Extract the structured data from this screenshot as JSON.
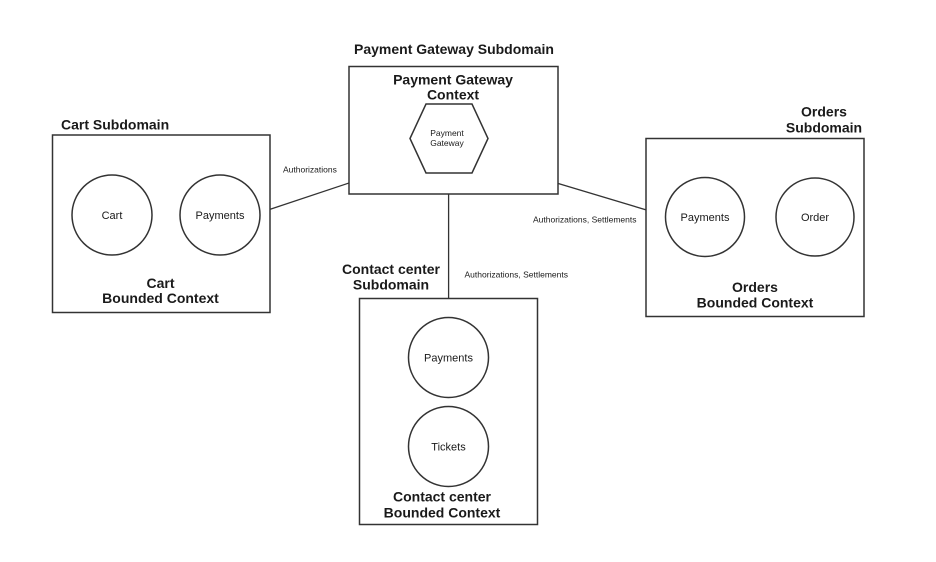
{
  "colors": {
    "stroke": "#333333",
    "text": "#1a1a1a",
    "background": "#ffffff"
  },
  "nodes": {
    "payment_gateway": {
      "subdomain_title": "Payment Gateway Subdomain",
      "context_line1": "Payment Gateway",
      "context_line2": "Context",
      "hexagon_line1": "Payment",
      "hexagon_line2": "Gateway"
    },
    "cart": {
      "subdomain_title": "Cart Subdomain",
      "entities": [
        "Cart",
        "Payments"
      ],
      "bounded_line1": "Cart",
      "bounded_line2": "Bounded Context"
    },
    "orders": {
      "subdomain_title_line1": "Orders",
      "subdomain_title_line2": "Subdomain",
      "entities": [
        "Payments",
        "Order"
      ],
      "bounded_line1": "Orders",
      "bounded_line2": "Bounded Context"
    },
    "contact_center": {
      "subdomain_title_line1": "Contact center",
      "subdomain_title_line2": "Subdomain",
      "entities": [
        "Payments",
        "Tickets"
      ],
      "bounded_line1": "Contact center",
      "bounded_line2": "Bounded Context"
    }
  },
  "edges": [
    {
      "from": "Cart Payments",
      "to": "Payment Gateway",
      "label": "Authorizations"
    },
    {
      "from": "Orders Payments",
      "to": "Payment Gateway",
      "label": "Authorizations, Settlements"
    },
    {
      "from": "Contact center Payments",
      "to": "Payment Gateway",
      "label": "Authorizations, Settlements"
    }
  ]
}
